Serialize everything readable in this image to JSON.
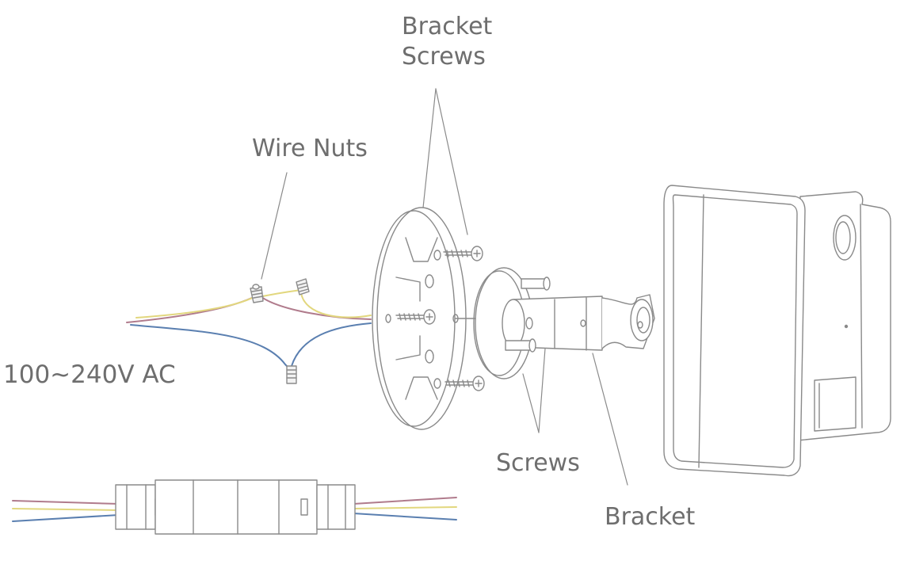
{
  "labels": {
    "bracket_screws_line1": "Bracket",
    "bracket_screws_line2": "Screws",
    "wire_nuts": "Wire Nuts",
    "voltage": "100~240V AC",
    "screws": "Screws",
    "bracket": "Bracket"
  },
  "colors": {
    "line": "#8a8a8a",
    "label": "#6e6e6e",
    "wire_red": "#b07b8c",
    "wire_blue": "#5a7fb0",
    "wire_yellow": "#e2d77e"
  }
}
